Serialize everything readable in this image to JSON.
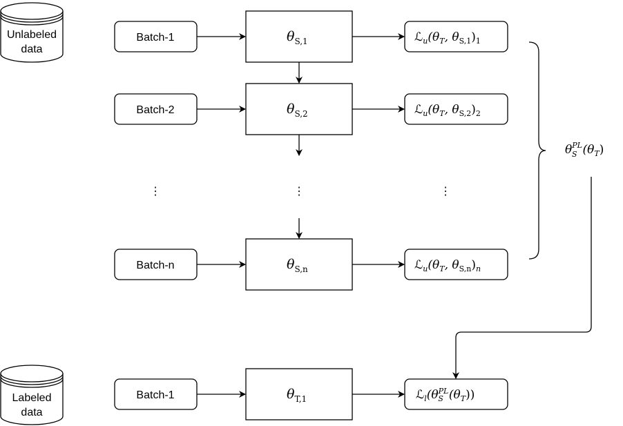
{
  "databases": {
    "unlabeled": {
      "line1": "Unlabeled",
      "line2": "data"
    },
    "labeled": {
      "line1": "Labeled",
      "line2": "data"
    }
  },
  "batches": {
    "b1": "Batch-1",
    "b2": "Batch-2",
    "bn": "Batch-n",
    "labeled_b1": "Batch-1"
  },
  "params": {
    "s1": {
      "base": "θ",
      "sub": "S,1"
    },
    "s2": {
      "base": "θ",
      "sub": "S,2"
    },
    "sn": {
      "base": "θ",
      "sub": "S,n"
    },
    "t1": {
      "base": "θ",
      "sub": "T,1"
    }
  },
  "losses": {
    "l1": {
      "script": "ℒ",
      "sub": "u",
      "open": "(θ",
      "sub_a": "T",
      "mid": ", θ",
      "sub_b": "S,1",
      "close": ")",
      "tail": "1"
    },
    "l2": {
      "script": "ℒ",
      "sub": "u",
      "open": "(θ",
      "sub_a": "T",
      "mid": ", θ",
      "sub_b": "S,2",
      "close": ")",
      "tail": "2"
    },
    "ln": {
      "script": "ℒ",
      "sub": "u",
      "open": "(θ",
      "sub_a": "T",
      "mid": ", θ",
      "sub_b": "S,n",
      "close": ")",
      "tail": "n"
    },
    "ll": {
      "script": "ℒ",
      "sub": "l",
      "open": "(θ",
      "sup": "PL",
      "sub_s": "S",
      "inner": "(θ",
      "sub_t": "T",
      "close": "))"
    }
  },
  "pseudo_label": {
    "base": "θ",
    "sup": "PL",
    "sub": "S",
    "open": "(θ",
    "sub_t": "T",
    "close": ")"
  },
  "ellipsis": "⋮"
}
